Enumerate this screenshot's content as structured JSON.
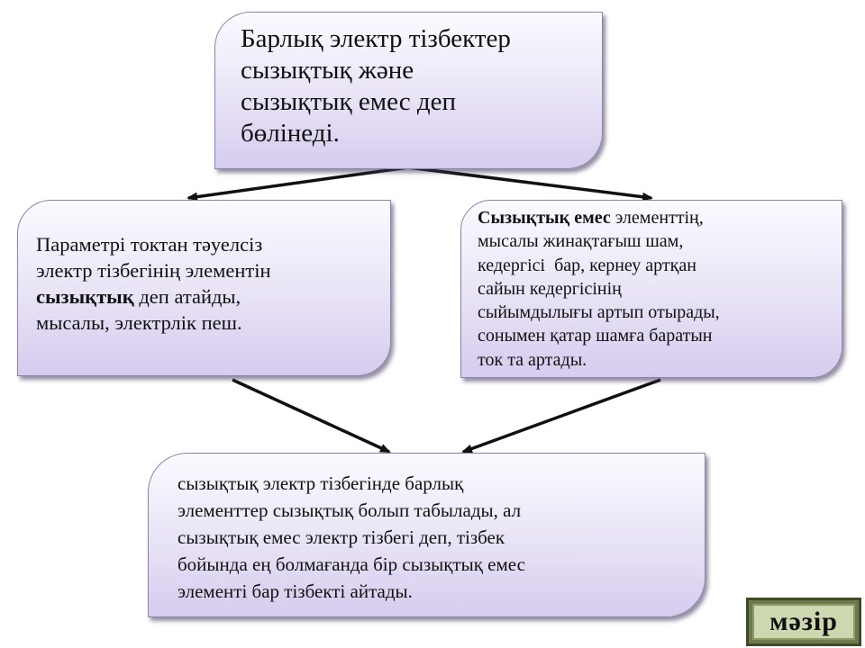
{
  "top_box": {
    "line1": "Барлық электр тізбектер",
    "line2": "сызықтық және",
    "line3": "сызықтық емес деп",
    "line4": "бөлінеді."
  },
  "left_box": {
    "line1": "Параметрі токтан тәуелсіз",
    "line2": "электр тізбегінің элементін",
    "line3_bold": "сызықтық",
    "line3_rest": " деп атайды,",
    "line4": "мысалы, электрлік пеш."
  },
  "right_box": {
    "line1_bold": "Сызықтық емес",
    "line1_rest": " элементтің,",
    "line2": "мысалы жинақтағыш шам,",
    "line3": "кедергісі  бар, кернеу артқан",
    "line4": "сайын кедергісінің",
    "line5": "сыйымдылығы артып отырады,",
    "line6": "сонымен қатар шамға баратын",
    "line7": "ток та артады."
  },
  "bottom_box": {
    "line1": "сызықтық электр тізбегінде барлық",
    "line2": "элементтер сызықтық болып табылады, ал",
    "line3": "сызықтық емес электр тізбегі деп, тізбек",
    "line4": "бойында ең болмағанда бір сызықтық емес",
    "line5": "элементі бар тізбекті айтады."
  },
  "menu_button": {
    "label": "мәзір"
  },
  "colors": {
    "box_gradient_top": "#fbfaff",
    "box_gradient_bottom": "#d6ccef",
    "arrow": "#111111",
    "menu_frame": "#6d7a4c",
    "menu_face": "#cdd7b0"
  }
}
